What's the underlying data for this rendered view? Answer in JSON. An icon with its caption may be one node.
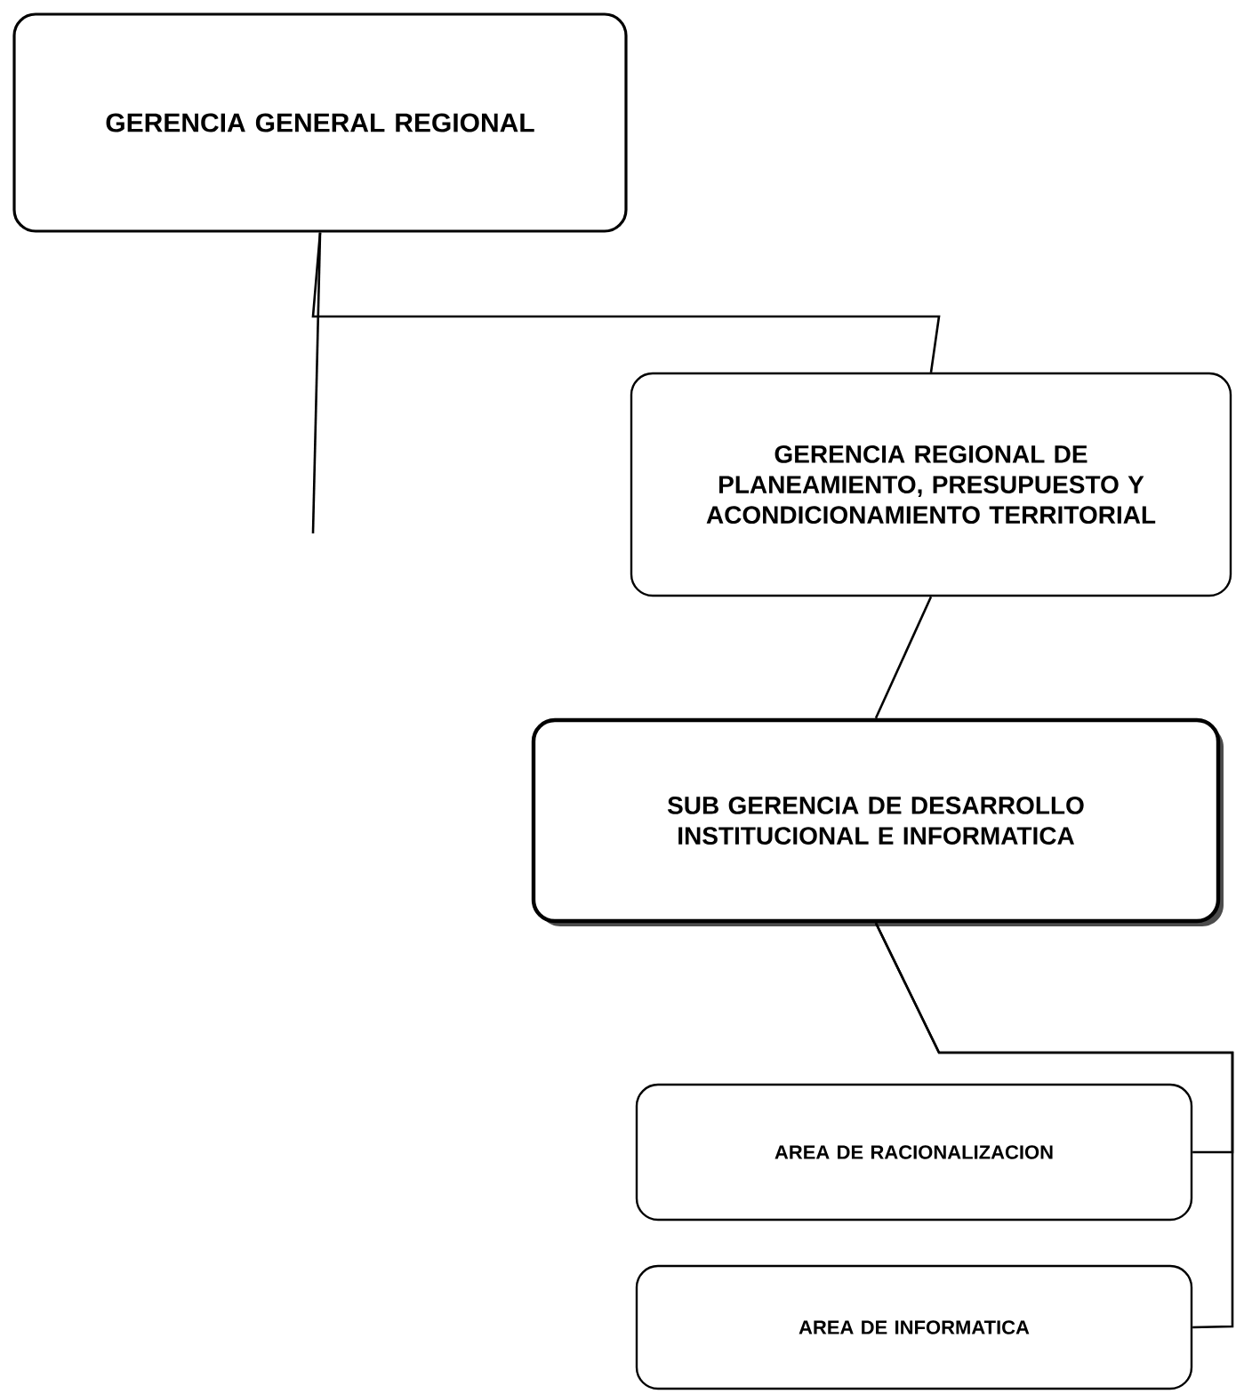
{
  "diagram": {
    "nodes": [
      {
        "text": [
          "GERENCIA GENERAL REGIONAL"
        ]
      },
      {
        "text": [
          "GERENCIA REGIONAL DE PLANEAMIENTO, PRESUPUESTO Y ACONDICIONAMIENTO TERRITORIAL"
        ]
      },
      {
        "text": [
          "SUB GERENCIA DE DESARROLLO INSTITUCIONAL E INFORMATICA"
        ]
      },
      {
        "text": [
          "AREA DE RACIONALIZACION"
        ]
      },
      {
        "text": [
          "AREA DE INFORMATICA"
        ]
      }
    ],
    "edges": [
      {
        "from": 0,
        "to": 1,
        "arrow": "none"
      },
      {
        "from": 0,
        "to": null,
        "arrow": "none"
      },
      {
        "from": 1,
        "to": 2,
        "arrow": "none"
      },
      {
        "from": 2,
        "to": 3,
        "arrow": "none"
      },
      {
        "from": 2,
        "to": 4,
        "arrow": "none"
      }
    ]
  }
}
